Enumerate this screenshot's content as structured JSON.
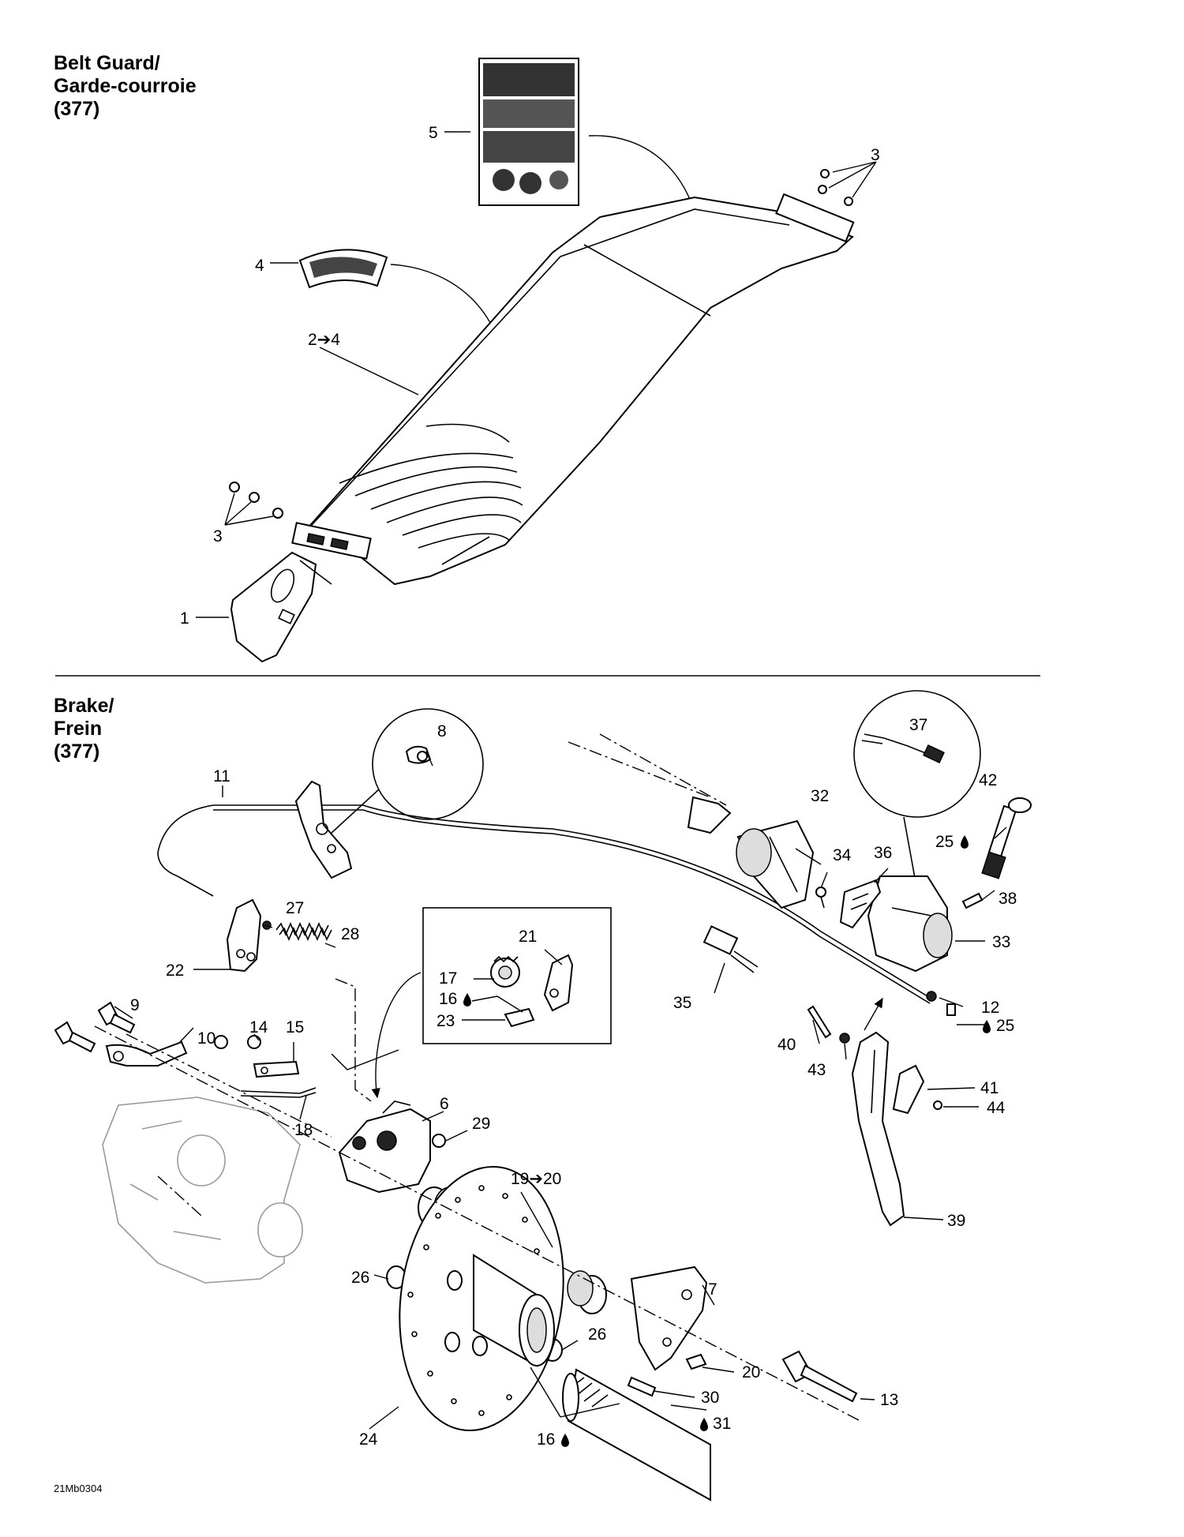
{
  "sections": [
    {
      "title": "Belt Guard/\nGarde-courroie\n(377)"
    },
    {
      "title": "Brake/\nFrein\n(377)"
    }
  ],
  "footer": {
    "code": "21Mb0304"
  },
  "callouts": {
    "c1": "1",
    "c2": "2➔4",
    "c3a": "3",
    "c3b": "3",
    "c4": "4",
    "c5": "5",
    "c6": "6",
    "c7": "7",
    "c8": "8",
    "c9": "9",
    "c10": "10",
    "c11": "11",
    "c12": "12",
    "c13": "13",
    "c14": "14",
    "c15": "15",
    "c16a": "16",
    "c16b": "16",
    "c17": "17",
    "c18": "18",
    "c19": "19➔20",
    "c20": "20",
    "c21": "21",
    "c22": "22",
    "c23": "23",
    "c24": "24",
    "c25a": "25",
    "c25b": "25",
    "c26a": "26",
    "c26b": "26",
    "c27": "27",
    "c28": "28",
    "c29": "29",
    "c30": "30",
    "c31": "31",
    "c32": "32",
    "c33": "33",
    "c34": "34",
    "c35": "35",
    "c36": "36",
    "c37": "37",
    "c38": "38",
    "c39": "39",
    "c40": "40",
    "c41": "41",
    "c42": "42",
    "c43": "43",
    "c44": "44"
  }
}
